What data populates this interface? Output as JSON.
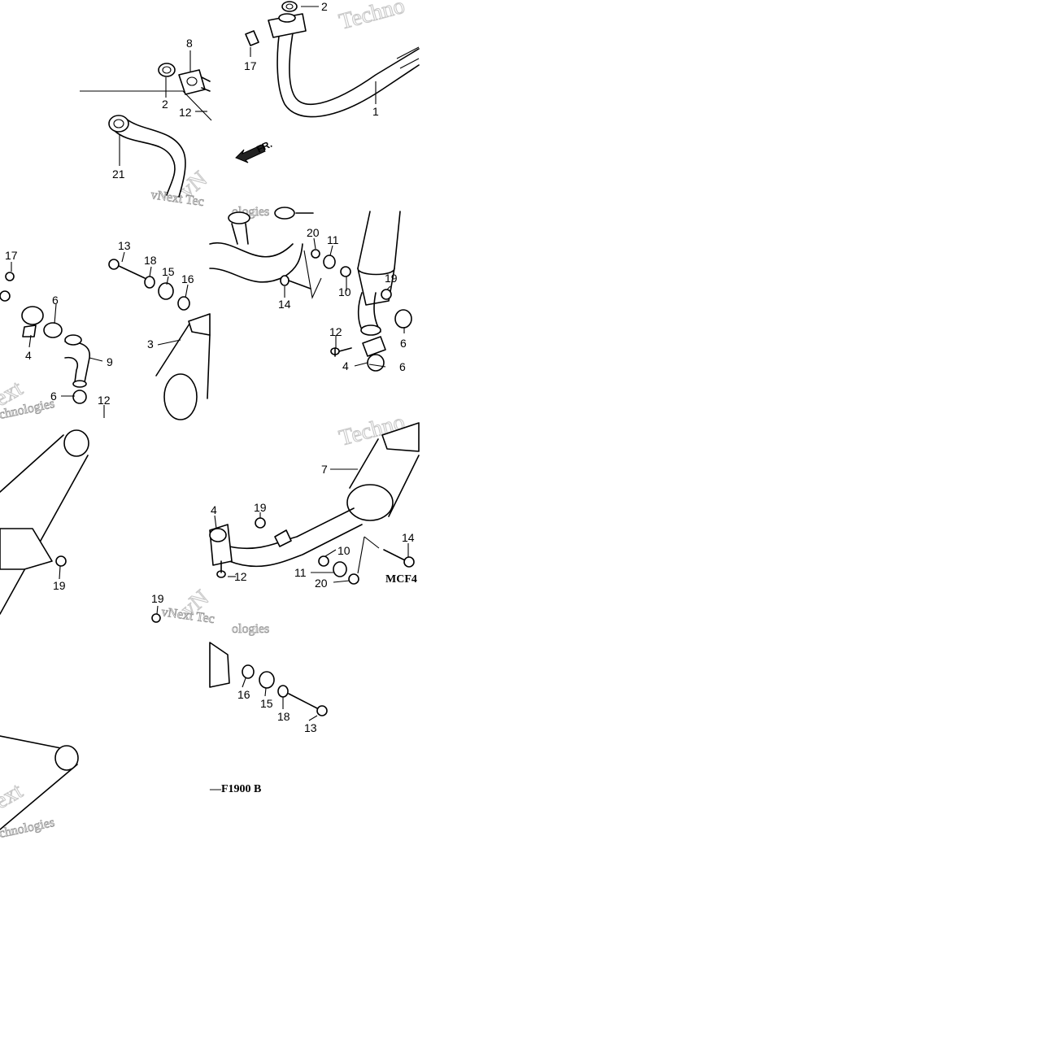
{
  "diagram": {
    "callouts": {
      "c1": "1",
      "c2a": "2",
      "c2b": "2",
      "c3": "3",
      "c4a": "4",
      "c4b": "4",
      "c4c": "4",
      "c6a": "6",
      "c6b": "6",
      "c6c": "6",
      "c6d": "6",
      "c7": "7",
      "c8": "8",
      "c9": "9",
      "c10a": "10",
      "c10b": "10",
      "c11a": "11",
      "c11b": "11",
      "c12a": "12",
      "c12b": "12",
      "c12c": "12",
      "c12d": "12",
      "c13a": "13",
      "c13b": "13",
      "c14a": "14",
      "c14b": "14",
      "c15a": "15",
      "c15b": "15",
      "c16a": "16",
      "c16b": "16",
      "c17a": "17",
      "c17b": "17",
      "c18a": "18",
      "c18b": "18",
      "c19a": "19",
      "c19b": "19",
      "c19c": "19",
      "c19d": "19",
      "c20a": "20",
      "c20b": "20",
      "c21": "21"
    },
    "direction_label": "FR.",
    "model_code": "MCF4",
    "figure_code": "—F1900 B"
  }
}
